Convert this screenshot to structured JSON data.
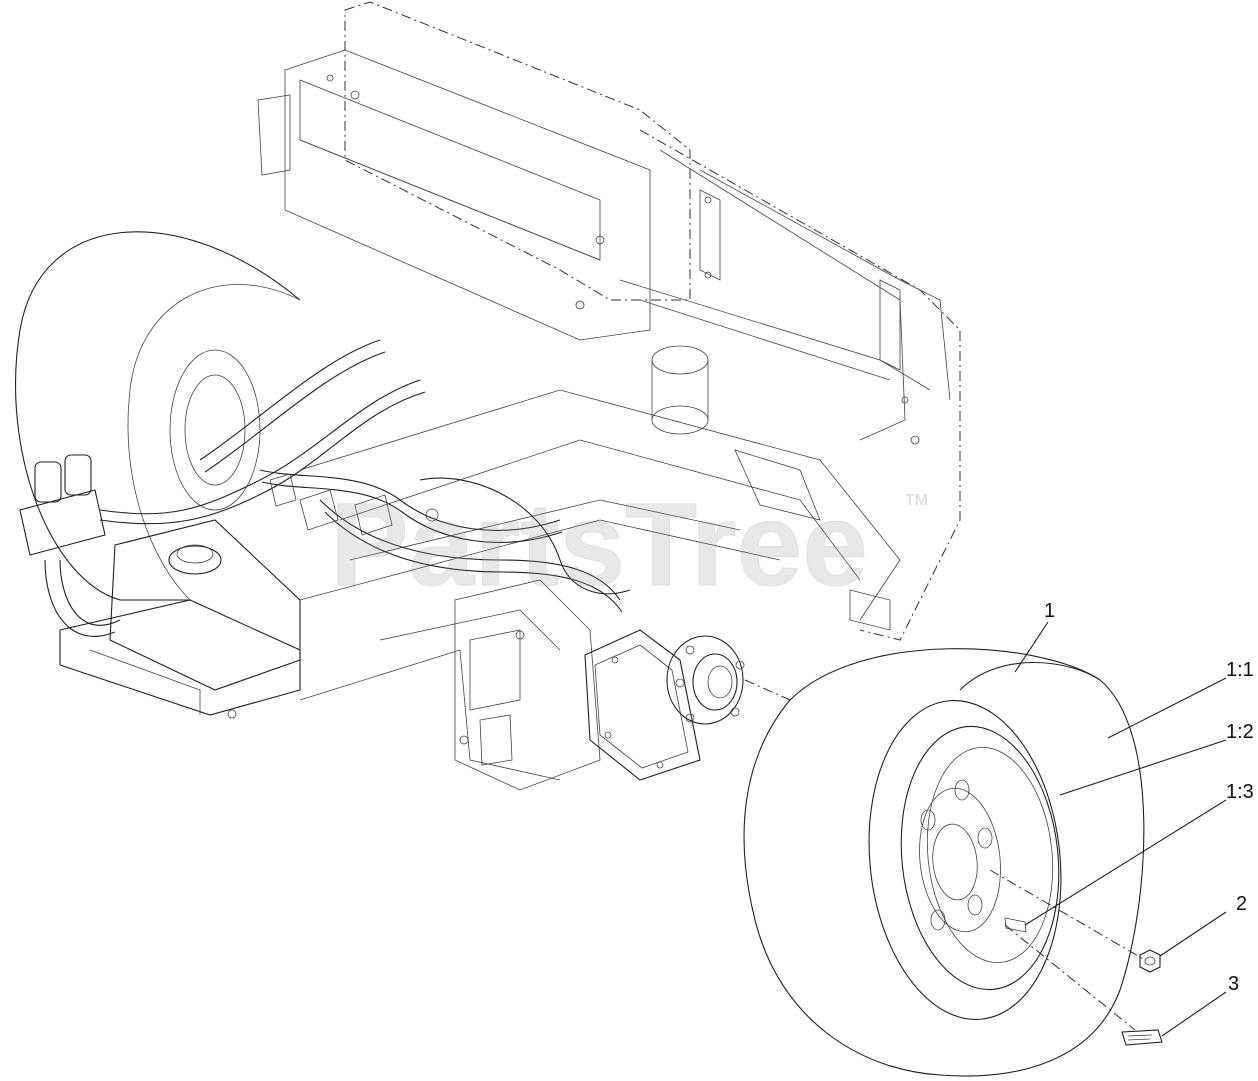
{
  "watermark": {
    "text": "PartsTree",
    "tm": "TM"
  },
  "callouts": [
    {
      "id": "1",
      "label": "1"
    },
    {
      "id": "1-1",
      "label": "1:1"
    },
    {
      "id": "1-2",
      "label": "1:2"
    },
    {
      "id": "1-3",
      "label": "1:3"
    },
    {
      "id": "2",
      "label": "2"
    },
    {
      "id": "3",
      "label": "3"
    }
  ]
}
